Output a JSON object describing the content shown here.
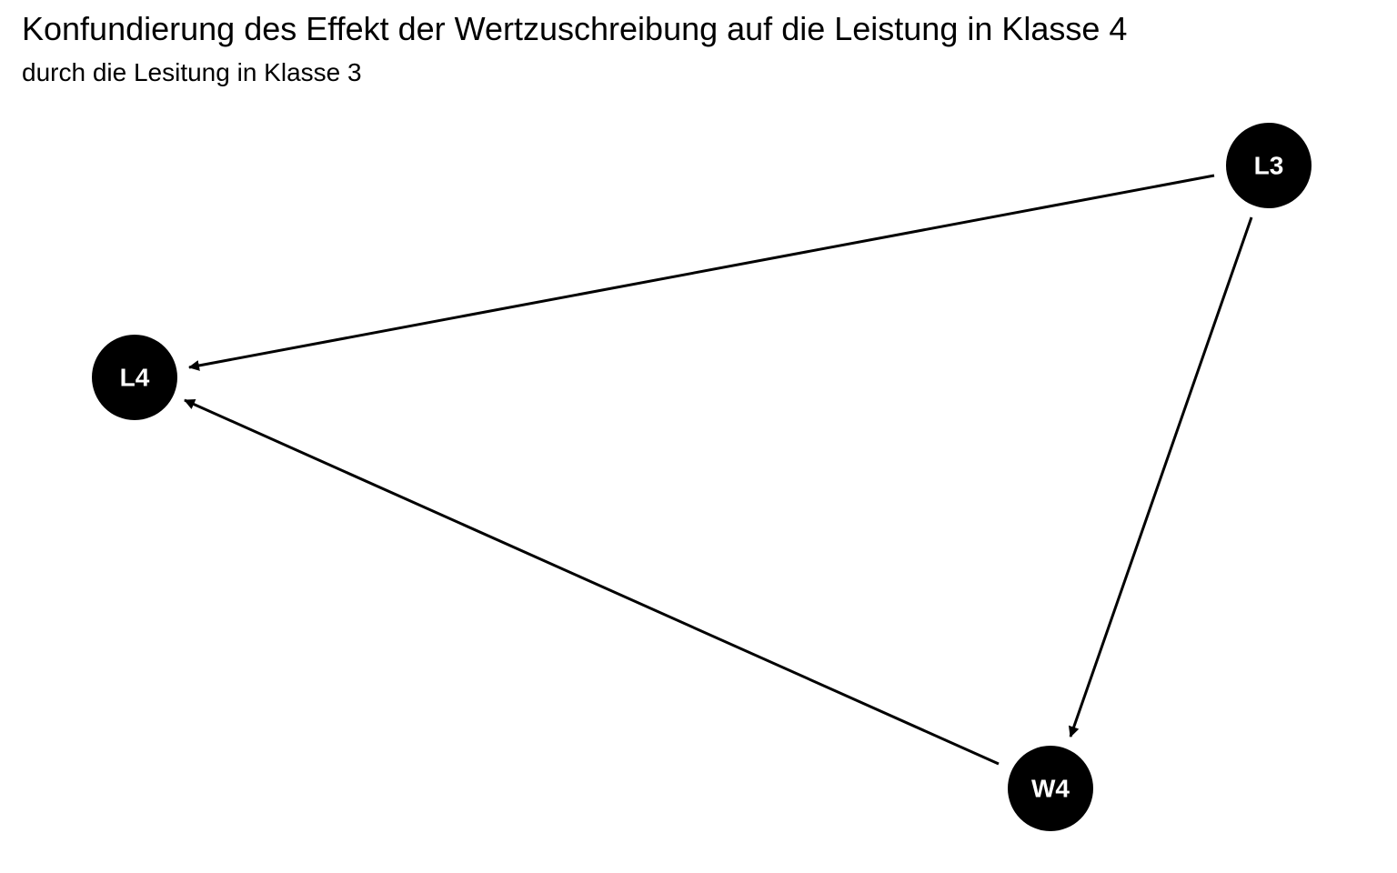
{
  "title": "Konfundierung des Effekt der Wertzuschreibung auf die Leistung in Klasse 4",
  "subtitle": "durch die Lesitung in Klasse 3",
  "colors": {
    "node_fill": "#000000",
    "node_text": "#ffffff",
    "edge": "#000000",
    "background": "#ffffff"
  },
  "nodes": [
    {
      "id": "L3",
      "label": "L3"
    },
    {
      "id": "L4",
      "label": "L4"
    },
    {
      "id": "W4",
      "label": "W4"
    }
  ],
  "edges": [
    {
      "from": "L3",
      "to": "L4"
    },
    {
      "from": "L3",
      "to": "W4"
    },
    {
      "from": "W4",
      "to": "L4"
    }
  ]
}
